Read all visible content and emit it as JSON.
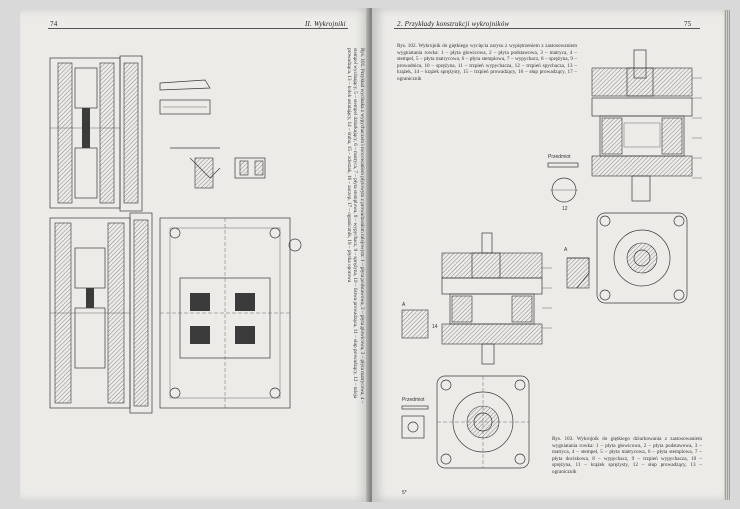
{
  "left_page": {
    "page_number": "74",
    "running_head": "II. Wykrojniki",
    "caption_vertical": "Rys. 101. Przykład wycinaka z wypychaczem i mocowaniem płytowym z prowadzeniem tulejowym: 1 – płyta podstawowa, 2 – płyta głowicowa, 3 – płyta matrycowa, 4 – stempel wycinający, 5 – stempel dziurkujący, 6 – matryca, 7 – płyta stemplowa, 8 – wypychacz, 9 – sprężyna, 10 – listwa prowadząca, 11 – słup prowadzący, 12 – tuleja prowadząca, 13 – kołek ustalający, 14 – śruba, 15 – zderzak, 16 – zaczep, 17 – ogranicznik, 18 – płytka oporowa"
  },
  "right_page": {
    "page_number": "75",
    "running_head": "2. Przykłady konstrukcji wykrojników",
    "caption_top": "Rys. 102. Wykrojnik do giętkiego wycięcia zarysu z wypiętrzeniem z zastosowaniem wygniatania rowka: 1 – płyta głowicowa, 2 – płyta podstawowa, 3 – matryca, 4 – stempel, 5 – płyta matrycowa, 6 – płyta stemplowa, 7 – wypychacz, 8 – sprężyna, 9 – prowadnica, 10 – sprężyna, 11 – trzpień wypychacza, 12 – trzpień spychacza, 13 – krążek, 14 – krążek sprężysty, 15 – trzpień prowadzący, 16 – słup prowadzący, 17 – ogranicznik",
    "caption_bottom": "Rys. 103. Wykrojnik do giętkiego dziurkowania z zastosowaniem wygniatania rowka: 1 – płyta głowicowa, 2 – płyta podstawowa, 3 – matryca, 4 – stempel, 5 – płyta matrycowa, 6 – płyta stemplowa, 7 – płyta dociskowa, 8 – wypychacz, 9 – trzpień wypychacza, 10 – sprężyna, 11 – krążek sprężysty, 12 – słup prowadzący, 13 – ogranicznik",
    "label_przedmiot_1": "Przedmiot",
    "label_przedmiot_2": "Przedmiot",
    "label_A1": "A",
    "label_A2": "A",
    "dim_1": "12",
    "dim_2": "14",
    "footer_mark": "5*"
  }
}
